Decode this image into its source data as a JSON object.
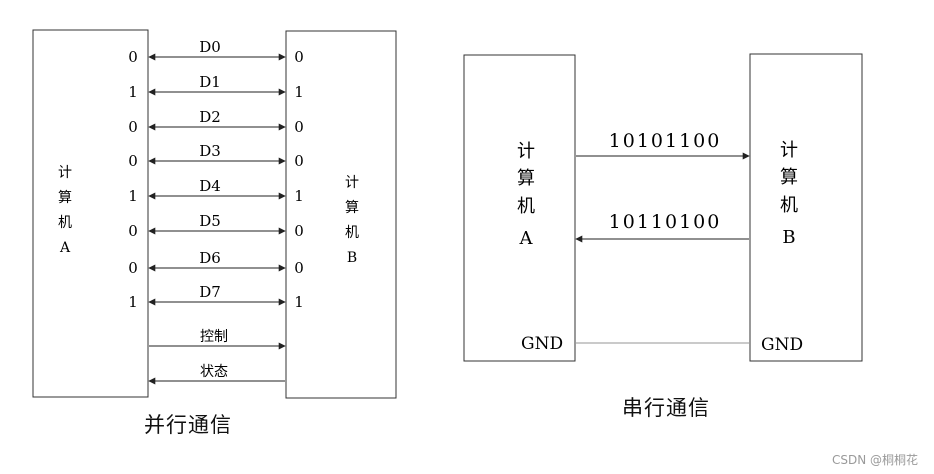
{
  "parallel": {
    "caption": "并行通信",
    "computer_a": {
      "line1": "计",
      "line2": "算",
      "line3": "机",
      "line4": "A"
    },
    "computer_b": {
      "line1": "计",
      "line2": "算",
      "line3": "机",
      "line4": "B"
    },
    "data_lines": [
      {
        "label": "D0",
        "bit_a": "0",
        "bit_b": "0"
      },
      {
        "label": "D1",
        "bit_a": "1",
        "bit_b": "1"
      },
      {
        "label": "D2",
        "bit_a": "0",
        "bit_b": "0"
      },
      {
        "label": "D3",
        "bit_a": "0",
        "bit_b": "0"
      },
      {
        "label": "D4",
        "bit_a": "1",
        "bit_b": "1"
      },
      {
        "label": "D5",
        "bit_a": "0",
        "bit_b": "0"
      },
      {
        "label": "D6",
        "bit_a": "0",
        "bit_b": "0"
      },
      {
        "label": "D7",
        "bit_a": "1",
        "bit_b": "1"
      }
    ],
    "control_label": "控制",
    "status_label": "状态"
  },
  "serial": {
    "caption": "串行通信",
    "computer_a": {
      "line1": "计",
      "line2": "算",
      "line3": "机",
      "line4": "A"
    },
    "computer_b": {
      "line1": "计",
      "line2": "算",
      "line3": "机",
      "line4": "B"
    },
    "a_to_b_bits": "10101100",
    "b_to_a_bits": "10110100",
    "gnd_a": "GND",
    "gnd_b": "GND"
  },
  "watermark": "CSDN @桐桐花"
}
